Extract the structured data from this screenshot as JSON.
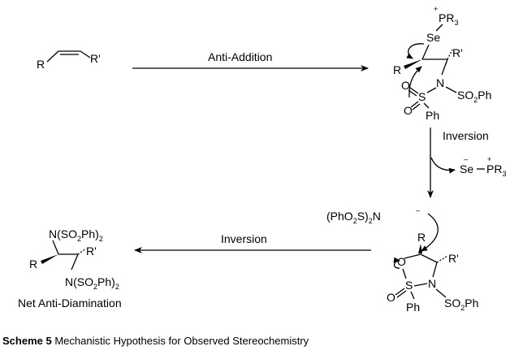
{
  "arrows": {
    "top": "Anti-Addition",
    "right": "Inversion",
    "bottom": "Inversion"
  },
  "outcome_label": "Net Anti-Diamination",
  "caption": {
    "label": "Scheme 5",
    "text": "Mechanistic Hypothesis for Observed Stereochemistry"
  },
  "atoms": {
    "R": "R",
    "Rp": "R'",
    "Se": "Se",
    "N": "N",
    "S": "S",
    "O": "O",
    "Ph": "Ph",
    "plus": "+",
    "minus": "–",
    "PR": "PR",
    "three": "3",
    "SO": "SO",
    "two": "2",
    "N_SO2Ph_2_a": "N(SO",
    "N_SO2Ph_2_b": "Ph)",
    "PhO2S_a": "(PhO",
    "PhO2S_b": "S)",
    "PhO2S_c": "N"
  }
}
